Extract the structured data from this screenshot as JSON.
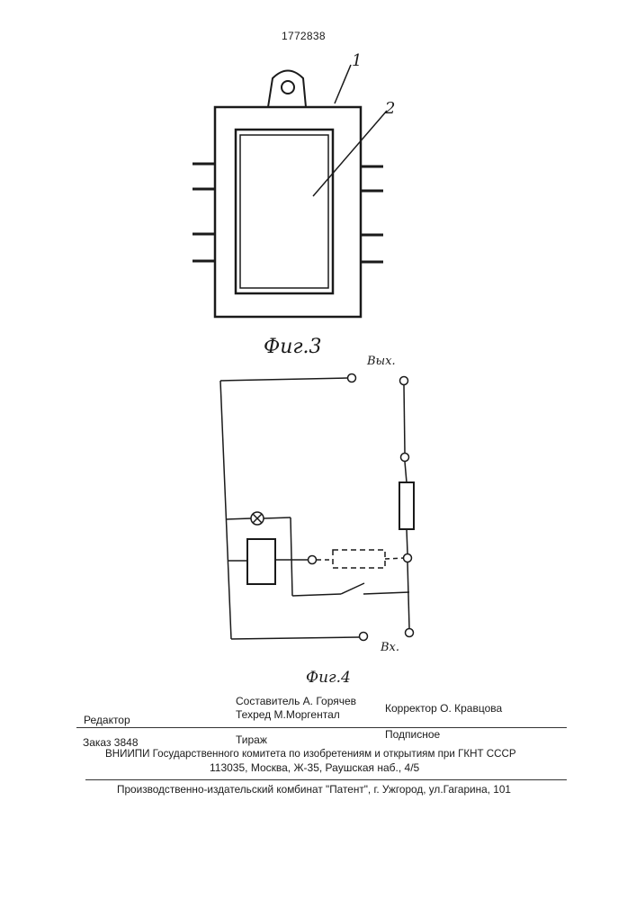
{
  "document": {
    "patent_number": "1772838",
    "figures": {
      "fig3": {
        "caption": "Фиг.3",
        "callouts": [
          "1",
          "2"
        ]
      },
      "fig4": {
        "caption": "Фиг.4",
        "output_label": "Вых.",
        "input_label": "Вх."
      }
    },
    "footer": {
      "editor": "Редактор",
      "compiler": "Составитель  А. Горячев",
      "techred": "Техред М.Моргентал",
      "corrector": "Корректор  О. Кравцова",
      "order": "Заказ  3848",
      "circulation": "Тираж",
      "subscription": "Подписное",
      "vniipi": "ВНИИПИ Государственного комитета по изобретениям и открытиям при ГКНТ СССР",
      "address": "113035, Москва, Ж-35, Раушская наб., 4/5",
      "publisher": "Производственно-издательский комбинат \"Патент\", г. Ужгород, ул.Гагарина, 101"
    }
  }
}
